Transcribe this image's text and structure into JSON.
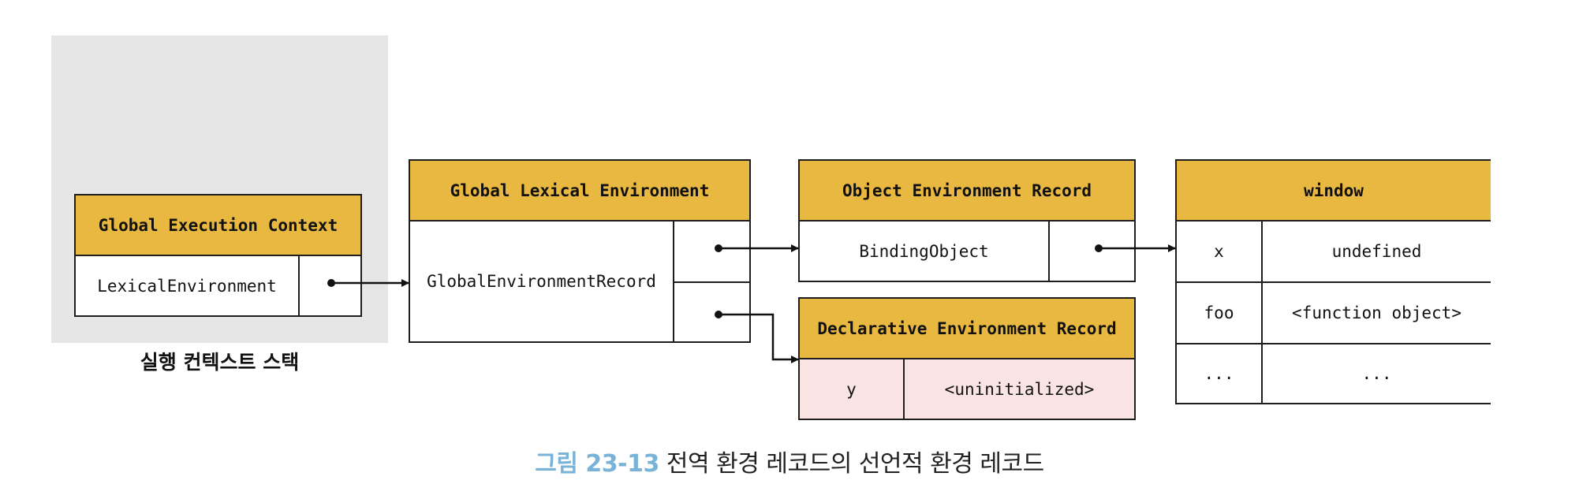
{
  "stack": {
    "label": "실행 컨텍스트 스택"
  },
  "gec": {
    "title": "Global Execution Context",
    "field": "LexicalEnvironment"
  },
  "gle": {
    "title": "Global Lexical Environment",
    "field": "GlobalEnvironmentRecord"
  },
  "oer": {
    "title": "Object Environment Record",
    "field": "BindingObject"
  },
  "der": {
    "title": "Declarative Environment Record",
    "key": "y",
    "value": "<uninitialized>"
  },
  "window": {
    "title": "window",
    "rows": [
      {
        "key": "x",
        "value": "undefined"
      },
      {
        "key": "foo",
        "value": "<function object>"
      },
      {
        "key": "...",
        "value": "..."
      }
    ]
  },
  "caption": {
    "number": "그림 23-13",
    "text": "전역 환경 레코드의 선언적 환경 레코드"
  },
  "colors": {
    "header": "#e9b840",
    "declarative_row": "#f9e3e3",
    "stack_panel": "#e6e6e6",
    "caption_number": "#7ab3d8"
  }
}
